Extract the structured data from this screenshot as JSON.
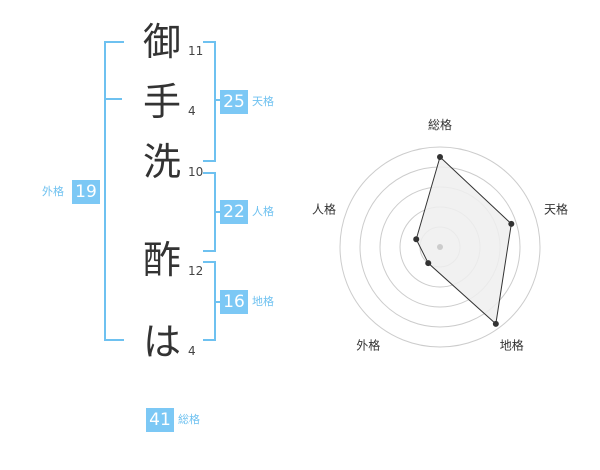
{
  "characters": [
    {
      "char": "御",
      "strokes": "11"
    },
    {
      "char": "手",
      "strokes": "4"
    },
    {
      "char": "洗",
      "strokes": "10"
    },
    {
      "char": "酢",
      "strokes": "12"
    },
    {
      "char": "は",
      "strokes": "4"
    }
  ],
  "kakusu": {
    "tenkaku": {
      "value": "25",
      "label": "天格"
    },
    "jinkaku": {
      "value": "22",
      "label": "人格"
    },
    "chikaku": {
      "value": "16",
      "label": "地格"
    },
    "gaikaku": {
      "value": "19",
      "label": "外格"
    },
    "soukaku": {
      "value": "41",
      "label": "総格"
    }
  },
  "chart_data": {
    "type": "radar",
    "axes": [
      "総格",
      "天格",
      "地格",
      "外格",
      "人格"
    ],
    "values": [
      0.9,
      0.75,
      0.95,
      0.2,
      0.25
    ],
    "grid_rings": 5,
    "colors": {
      "fill": "#eeeeee",
      "line": "#333333",
      "grid": "#cccccc",
      "center": "#cccccc"
    }
  }
}
